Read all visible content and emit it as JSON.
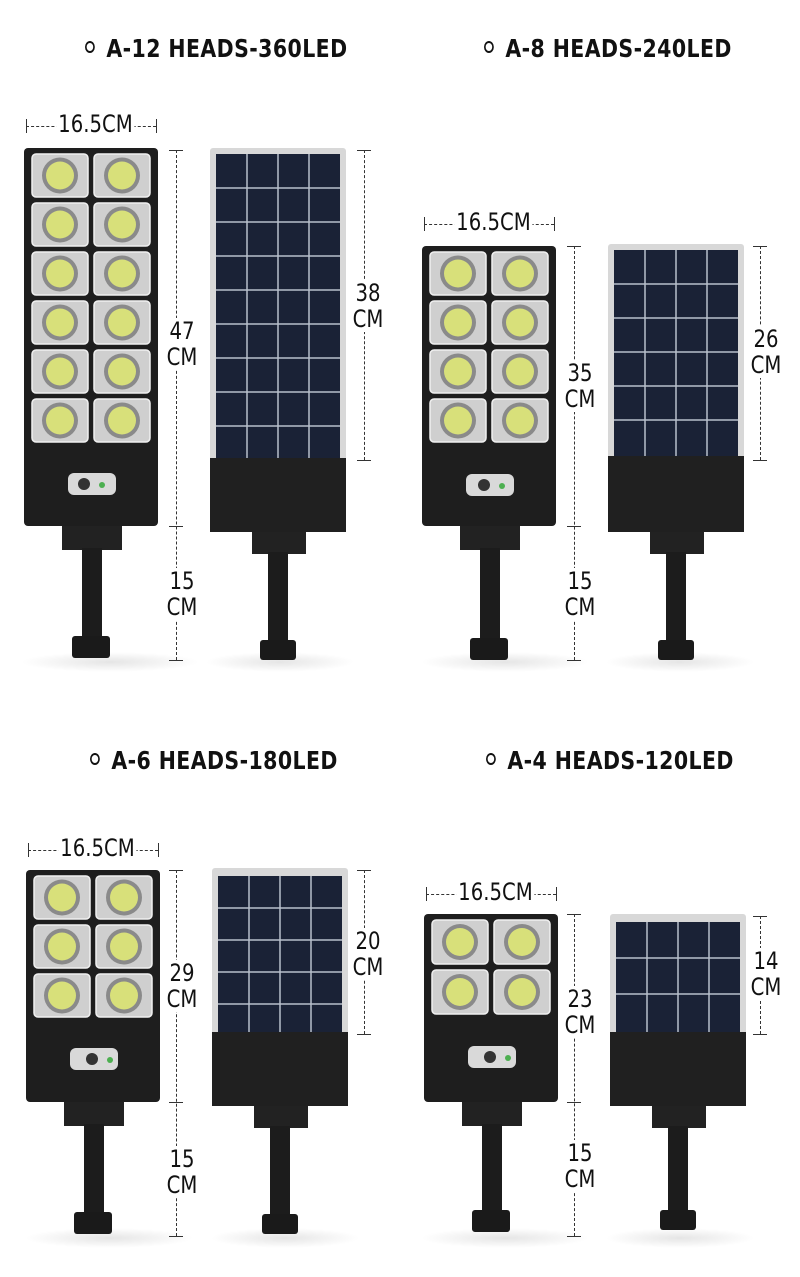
{
  "panels": [
    {
      "title": "A-12 HEADS-360LED",
      "width": "16.5CM",
      "light_height": [
        "47",
        "CM"
      ],
      "solar_height": [
        "38",
        "CM"
      ],
      "pole_height": [
        "15",
        "CM"
      ]
    },
    {
      "title": "A-8 HEADS-240LED",
      "width": "16.5CM",
      "light_height": [
        "35",
        "CM"
      ],
      "solar_height": [
        "26",
        "CM"
      ],
      "pole_height": [
        "15",
        "CM"
      ]
    },
    {
      "title": "A-6 HEADS-180LED",
      "width": "16.5CM",
      "light_height": [
        "29",
        "CM"
      ],
      "solar_height": [
        "20",
        "CM"
      ],
      "pole_height": [
        "15",
        "CM"
      ]
    },
    {
      "title": "A-4 HEADS-120LED",
      "width": "16.5CM",
      "light_height": [
        "23",
        "CM"
      ],
      "solar_height": [
        "14",
        "CM"
      ],
      "pole_height": [
        "15",
        "CM"
      ]
    }
  ],
  "colors": {
    "housing": "#1e1e1e",
    "solar_cell": "#1a2236",
    "led": "#d8e07a",
    "background": "#ffffff"
  }
}
